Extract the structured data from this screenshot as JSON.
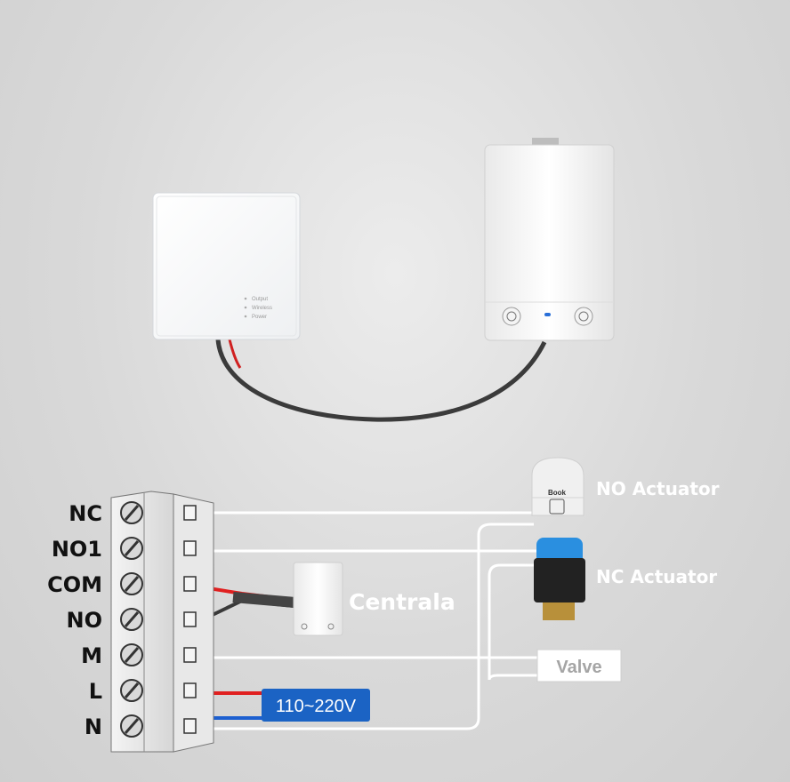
{
  "terminals": [
    "NC",
    "NO1",
    "COM",
    "NO",
    "M",
    "L",
    "N"
  ],
  "thermostat": {
    "indicators": [
      "Output",
      "Wireless",
      "Power"
    ]
  },
  "labels": {
    "no_actuator": "NO Actuator",
    "nc_actuator": "NC Actuator",
    "boiler": "Centrala",
    "valve": "Valve",
    "voltage": "110~220V",
    "actuator_brand": "Book"
  },
  "colors": {
    "wire_white": "#ffffff",
    "wire_red": "#e02020",
    "wire_blue": "#1c5fd0",
    "wire_black": "#3a3a3a",
    "badge": "#1b63c4",
    "actuator_blue": "#2a8fe0"
  }
}
